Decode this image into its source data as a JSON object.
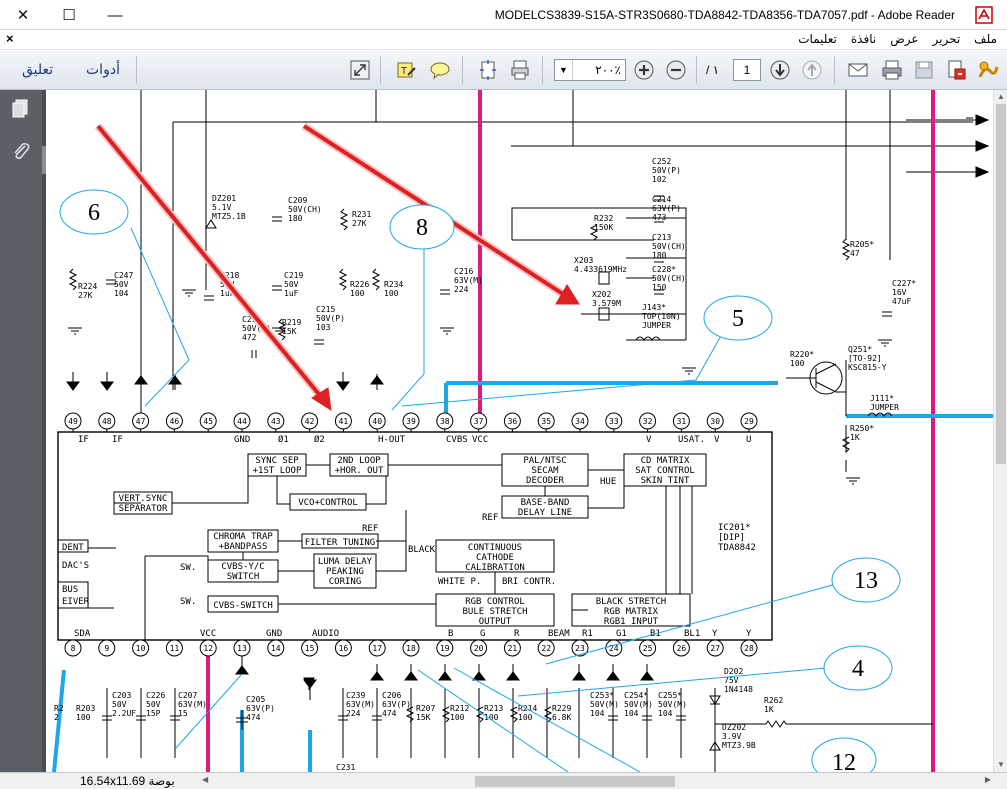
{
  "window": {
    "title": "MODELCS3839-S15A-STR3S0680-TDA8842-TDA8356-TDA7057.pdf - Adobe Reader",
    "close_glyph": "✕",
    "maximize_glyph": "☐",
    "minimize_glyph": "—"
  },
  "menu": {
    "close_doc": "×",
    "items": [
      "ملف",
      "تحرير",
      "عرض",
      "نافذة",
      "تعليمات"
    ]
  },
  "toolbar": {
    "comment_label": "تعليق",
    "tools_label": "أدوات",
    "zoom_value": "۲۰۰٪",
    "page_current": "1",
    "page_total": "/ ۱"
  },
  "status": {
    "page_size": "16.54x11.69 بوصة"
  },
  "schematic": {
    "callouts": [
      "6",
      "8",
      "5",
      "13",
      "4",
      "12"
    ],
    "top_pins": [
      "49",
      "48",
      "47",
      "46",
      "45",
      "44",
      "43",
      "42",
      "41",
      "40",
      "39",
      "38",
      "37",
      "36",
      "35",
      "34",
      "33",
      "32",
      "31",
      "30",
      "29"
    ],
    "bottom_pins": [
      "8",
      "9",
      "10",
      "11",
      "12",
      "13",
      "14",
      "15",
      "16",
      "17",
      "18",
      "19",
      "20",
      "21",
      "22",
      "23",
      "24",
      "25",
      "26",
      "27",
      "28"
    ],
    "ic_top_labels": [
      "IF",
      "IF",
      "GND",
      "Ø1",
      "Ø2",
      "H-OUT",
      "CVBS",
      "VCC",
      "V",
      "USAT.",
      "V",
      "U"
    ],
    "ic_bottom_labels": [
      "SDA",
      "VCC",
      "GND",
      "AUDIO",
      "B",
      "G",
      "R",
      "BEAM",
      "R1",
      "G1",
      "B1",
      "BL1",
      "Y",
      "Y"
    ],
    "blocks": {
      "sync_sep": [
        "SYNC SEP",
        "+1ST LOOP"
      ],
      "loop2": [
        "2ND LOOP",
        "+HOR. OUT"
      ],
      "pal": [
        "PAL/NTSC",
        "SECAM",
        "DECODER"
      ],
      "cd_matrix": [
        "CD MATRIX",
        "SAT CONTROL",
        "SKIN TINT"
      ],
      "vert_sync": [
        "VERT.SYNC",
        "SEPARATOR"
      ],
      "vco": "VCO+CONTROL",
      "baseband": [
        "BASE-BAND",
        "DELAY LINE"
      ],
      "chroma": [
        "CHROMA TRAP",
        "+BANDPASS"
      ],
      "filter": "FILTER TUNING",
      "cvbs_yc": [
        "CVBS-Y/C",
        "SWITCH"
      ],
      "luma": [
        "LUMA DELAY",
        "PEAKING",
        "CORING"
      ],
      "continuous": [
        "CONTINUOUS",
        "CATHODE",
        "CALIBRATION"
      ],
      "cvbs_sw": "CVBS-SWITCH",
      "rgb": [
        "RGB CONTROL",
        "BULE STRETCH",
        "OUTPUT"
      ],
      "black": [
        "BLACK STRETCH",
        "RGB MATRIX",
        "RGB1 INPUT"
      ],
      "dent": "DENT",
      "dacs": "DAC'S",
      "bus": [
        "BUS",
        "EIVER"
      ]
    },
    "misc_labels": {
      "hue": "HUE",
      "ref1": "REF",
      "ref2": "REF",
      "black_lbl": "BLACK",
      "white": "WHITE P.",
      "bri": "BRI CONTR.",
      "sw1": "SW.",
      "sw2": "SW.",
      "ic_name": [
        "IC201*",
        "[DIP]",
        "TDA8842"
      ]
    },
    "components": {
      "dz201": [
        "DZ201",
        "5.1V",
        "MTZ5.1B"
      ],
      "c209": [
        "C209",
        "50V(CH)",
        "180"
      ],
      "r231": [
        "R231",
        "27K"
      ],
      "c252": [
        "C252",
        "50V(P)",
        "102"
      ],
      "c214": [
        "C214",
        "63V(P)",
        "473"
      ],
      "r232": [
        "R232",
        "150K"
      ],
      "c213": [
        "C213",
        "50V(CH)",
        "180"
      ],
      "x203": [
        "X203",
        "4.433619MHz"
      ],
      "c228": [
        "C228*",
        "50V(CH)",
        "150"
      ],
      "x202": [
        "X202",
        "3.579M"
      ],
      "j143": [
        "J143*",
        "TOP(10N)",
        "JUMPER"
      ],
      "r205": [
        "R205*",
        "47"
      ],
      "c227": [
        "C227*",
        "16V",
        "47uF"
      ],
      "r224": [
        "R224",
        "27K"
      ],
      "c247": [
        "C247",
        "50V",
        "104"
      ],
      "c218": [
        "C218",
        "50V",
        "1uF"
      ],
      "c219": [
        "C219",
        "50V",
        "1uF"
      ],
      "r226": [
        "R226",
        "100"
      ],
      "r234": [
        "R234",
        "100"
      ],
      "c216": [
        "C216",
        "63V(M)",
        "224"
      ],
      "c217": [
        "C21",
        "50V(P)",
        "472"
      ],
      "r219": [
        "R219",
        "15K"
      ],
      "c215": [
        "C215",
        "50V(P)",
        "103"
      ],
      "r220": [
        "R220*",
        "100"
      ],
      "q251": [
        "Q251*",
        "[TO-92]",
        "KSC815-Y"
      ],
      "j111": [
        "J111*",
        "JUMPER"
      ],
      "r250": [
        "R250*",
        "1K"
      ],
      "c203": [
        "C203",
        "50V",
        "2.2UF"
      ],
      "r203": [
        "R203",
        "100"
      ],
      "c226": [
        "C226",
        "50V",
        "15P"
      ],
      "c207": [
        "C207",
        "63V(M)",
        "15"
      ],
      "r202": [
        "R2",
        "2"
      ],
      "c205": [
        "C205",
        "63V(P)",
        "474"
      ],
      "c239": [
        "C239",
        "63V(M)",
        "224"
      ],
      "c206": [
        "C206",
        "63V(P)",
        "474"
      ],
      "c231": "C231",
      "r207": [
        "R207",
        "15K"
      ],
      "r212": [
        "R212",
        "100"
      ],
      "r213": [
        "R213",
        "100"
      ],
      "r214": [
        "R214",
        "100"
      ],
      "r229": [
        "R229",
        "6.8K"
      ],
      "c253": [
        "C253*",
        "50V(M)",
        "104"
      ],
      "c254": [
        "C254*",
        "50V(M)",
        "104"
      ],
      "c255": [
        "C255*",
        "50V(M)",
        "104"
      ],
      "d202": [
        "D202",
        "75V",
        "1N4148"
      ],
      "r262": [
        "R262",
        "1K"
      ],
      "dz202": [
        "DZ202",
        "3.9V",
        "MTZ3.9B"
      ]
    }
  }
}
